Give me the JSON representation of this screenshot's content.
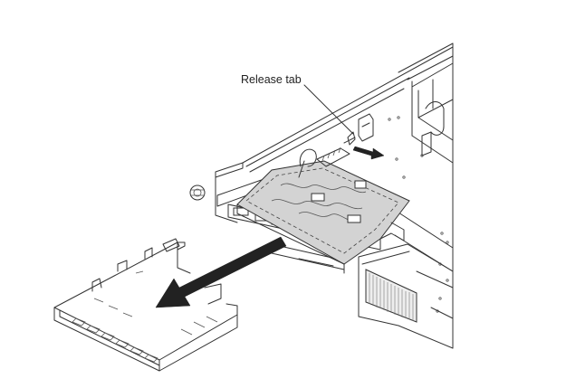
{
  "callouts": {
    "release_tab": "Release tab"
  },
  "colors": {
    "line": "#333333",
    "shade": "#cfcfcf",
    "arrow": "#222222"
  },
  "icons": {
    "removal_arrow": "arrow-down-left",
    "release_arrow": "arrow-right"
  }
}
